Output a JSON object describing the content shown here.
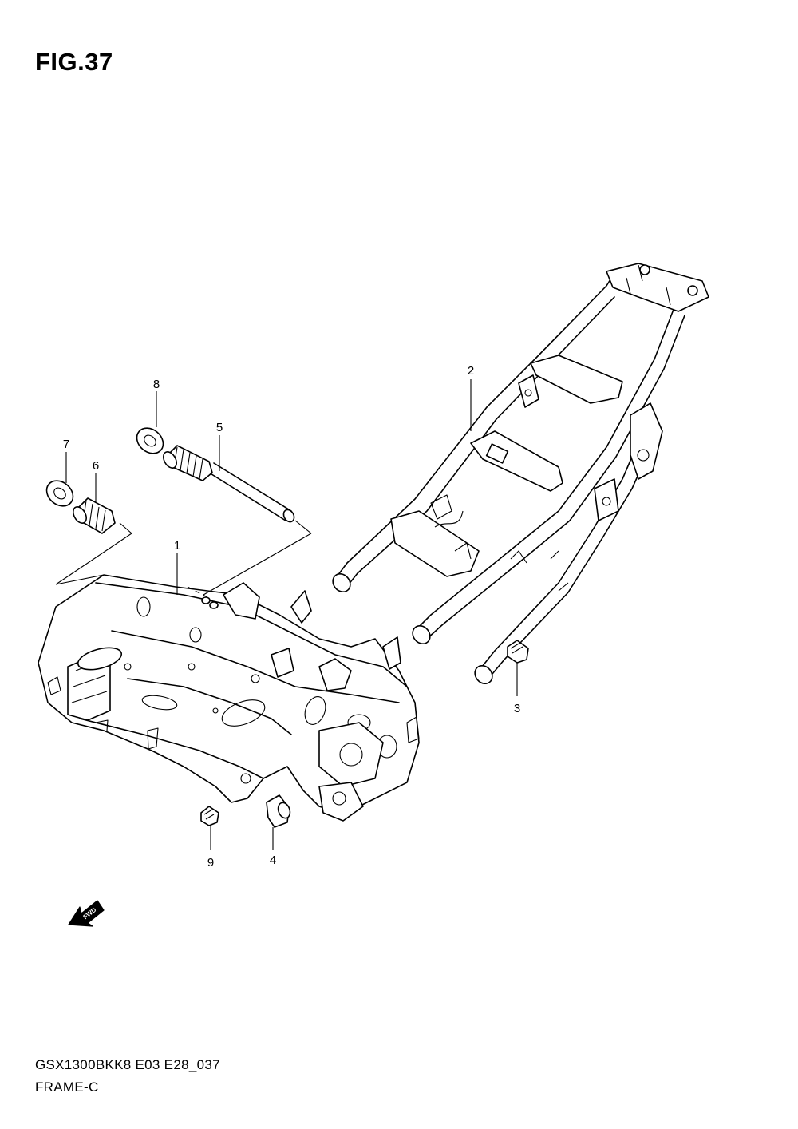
{
  "figure": {
    "title": "FIG.37",
    "fwd_label": "FWD"
  },
  "callouts": [
    {
      "id": "1",
      "label": "1"
    },
    {
      "id": "2",
      "label": "2"
    },
    {
      "id": "3",
      "label": "3"
    },
    {
      "id": "4",
      "label": "4"
    },
    {
      "id": "5",
      "label": "5"
    },
    {
      "id": "6",
      "label": "6"
    },
    {
      "id": "7",
      "label": "7"
    },
    {
      "id": "8",
      "label": "8"
    },
    {
      "id": "9",
      "label": "9"
    }
  ],
  "footer": {
    "code": "GSX1300BKK8 E03 E28_037",
    "name": "FRAME-C"
  }
}
